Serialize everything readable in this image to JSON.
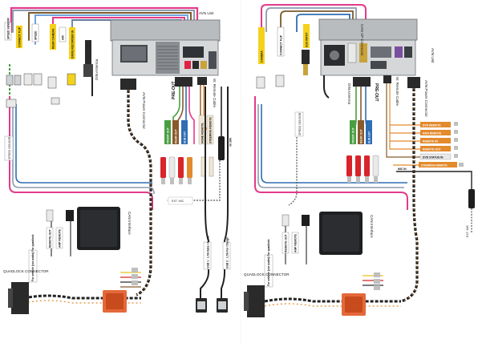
{
  "left": {
    "avn_unit": "AVN Unit",
    "avn_power_connector": "AVN Power Connector",
    "pre_out": "PRE-OUT",
    "remote_cable": "W. Remote Cable",
    "din_antenna": "DIN Antenna",
    "can_interface": "CAN Interface",
    "quadlock": "QUADLOCK CONNECTOR",
    "ext_mic": "EXT. MIC",
    "tags_top": [
      "SPEED SENSOR",
      "CONNECT FLIP",
      "SPEED",
      "REAR CAMERA",
      "AIR",
      "DRIVE RECORDER IN"
    ],
    "speed_sensor": "SPEED SENSOR",
    "preout_tags": [
      "FRONT OUT",
      "REAR OUT",
      "SUB OUT",
      "HOME REMOTE",
      "STEERING REMOTE"
    ],
    "mic_in": "MIC IN",
    "usb1": "USB 1 : 1.5A Data / Audio",
    "usb2": "USB 2 : 1.5A For Charge",
    "rev_amp": "REMOTE OUT",
    "amp_remote": "AMP REMOTE",
    "for_vehicle": "For vehicle (car audio) For quadlock"
  },
  "right": {
    "avn_unit": "AVN Unit",
    "can_up": "CAN UP Connector",
    "avn_power_connector": "AVN Power Connector",
    "pre_out": "PRE-OUT",
    "remote_cable": "W. Remote Cable",
    "din_antenna": "DIN Antenna",
    "can_interface": "CAN Interface",
    "quadlock": "QUADLOCK CONNECTOR",
    "ext_mic": "EXT. MIC",
    "tags_top": [
      "CAMERA",
      "CONNECT FLIP",
      "AUX INPUT"
    ],
    "speed_sensor": "SPEED SENSOR",
    "preout_tags": [
      "FRONT OUT",
      "REAR OUT",
      "SUB OUT"
    ],
    "remote_tags": [
      "DVD REMOTE",
      "NAVI REMOTE",
      "REMOTE IN",
      "REMOTE OUT",
      "DVD STATUS IN"
    ],
    "steering_remote": "STEERING REMOTE",
    "mic_in": "MIC IN",
    "remote_out": "REMOTE OUT",
    "amp_remote": "AMP REMOTE",
    "for_vehicle": "For vehicle (car audio) For quadlock"
  }
}
